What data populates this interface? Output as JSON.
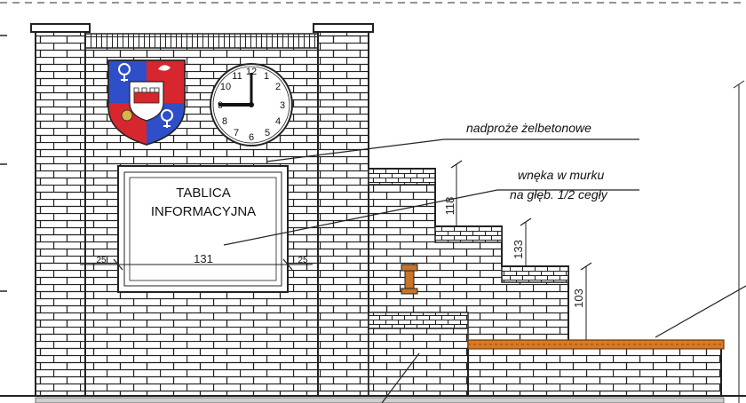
{
  "labels": {
    "sign_line1": "TABLICA",
    "sign_line2": "INFORMACYJNA",
    "lintel": "nadproże żelbetonowe",
    "niche_line1": "wnęka w murku",
    "niche_line2": "na głęb. 1/2 cegły"
  },
  "dimensions": {
    "sign_width": "131",
    "step1_height": "118",
    "step2_height": "133",
    "step3_height": "103",
    "left_offset": "25",
    "right_offset": "25"
  },
  "clock": {
    "numerals": [
      "12",
      "1",
      "2",
      "3",
      "4",
      "5",
      "6",
      "7",
      "8",
      "9",
      "10",
      "11"
    ]
  },
  "colors": {
    "line": "#222222",
    "brick_fill": "#ffffff",
    "coat_blue": "#2f4fc8",
    "coat_red": "#d8262e",
    "coat_gold": "#d8b24a",
    "coping": "#d87a22"
  },
  "icons": {
    "coat_of_arms": "coat-of-arms-icon",
    "clock": "clock-icon",
    "lamp": "lamp-icon"
  }
}
